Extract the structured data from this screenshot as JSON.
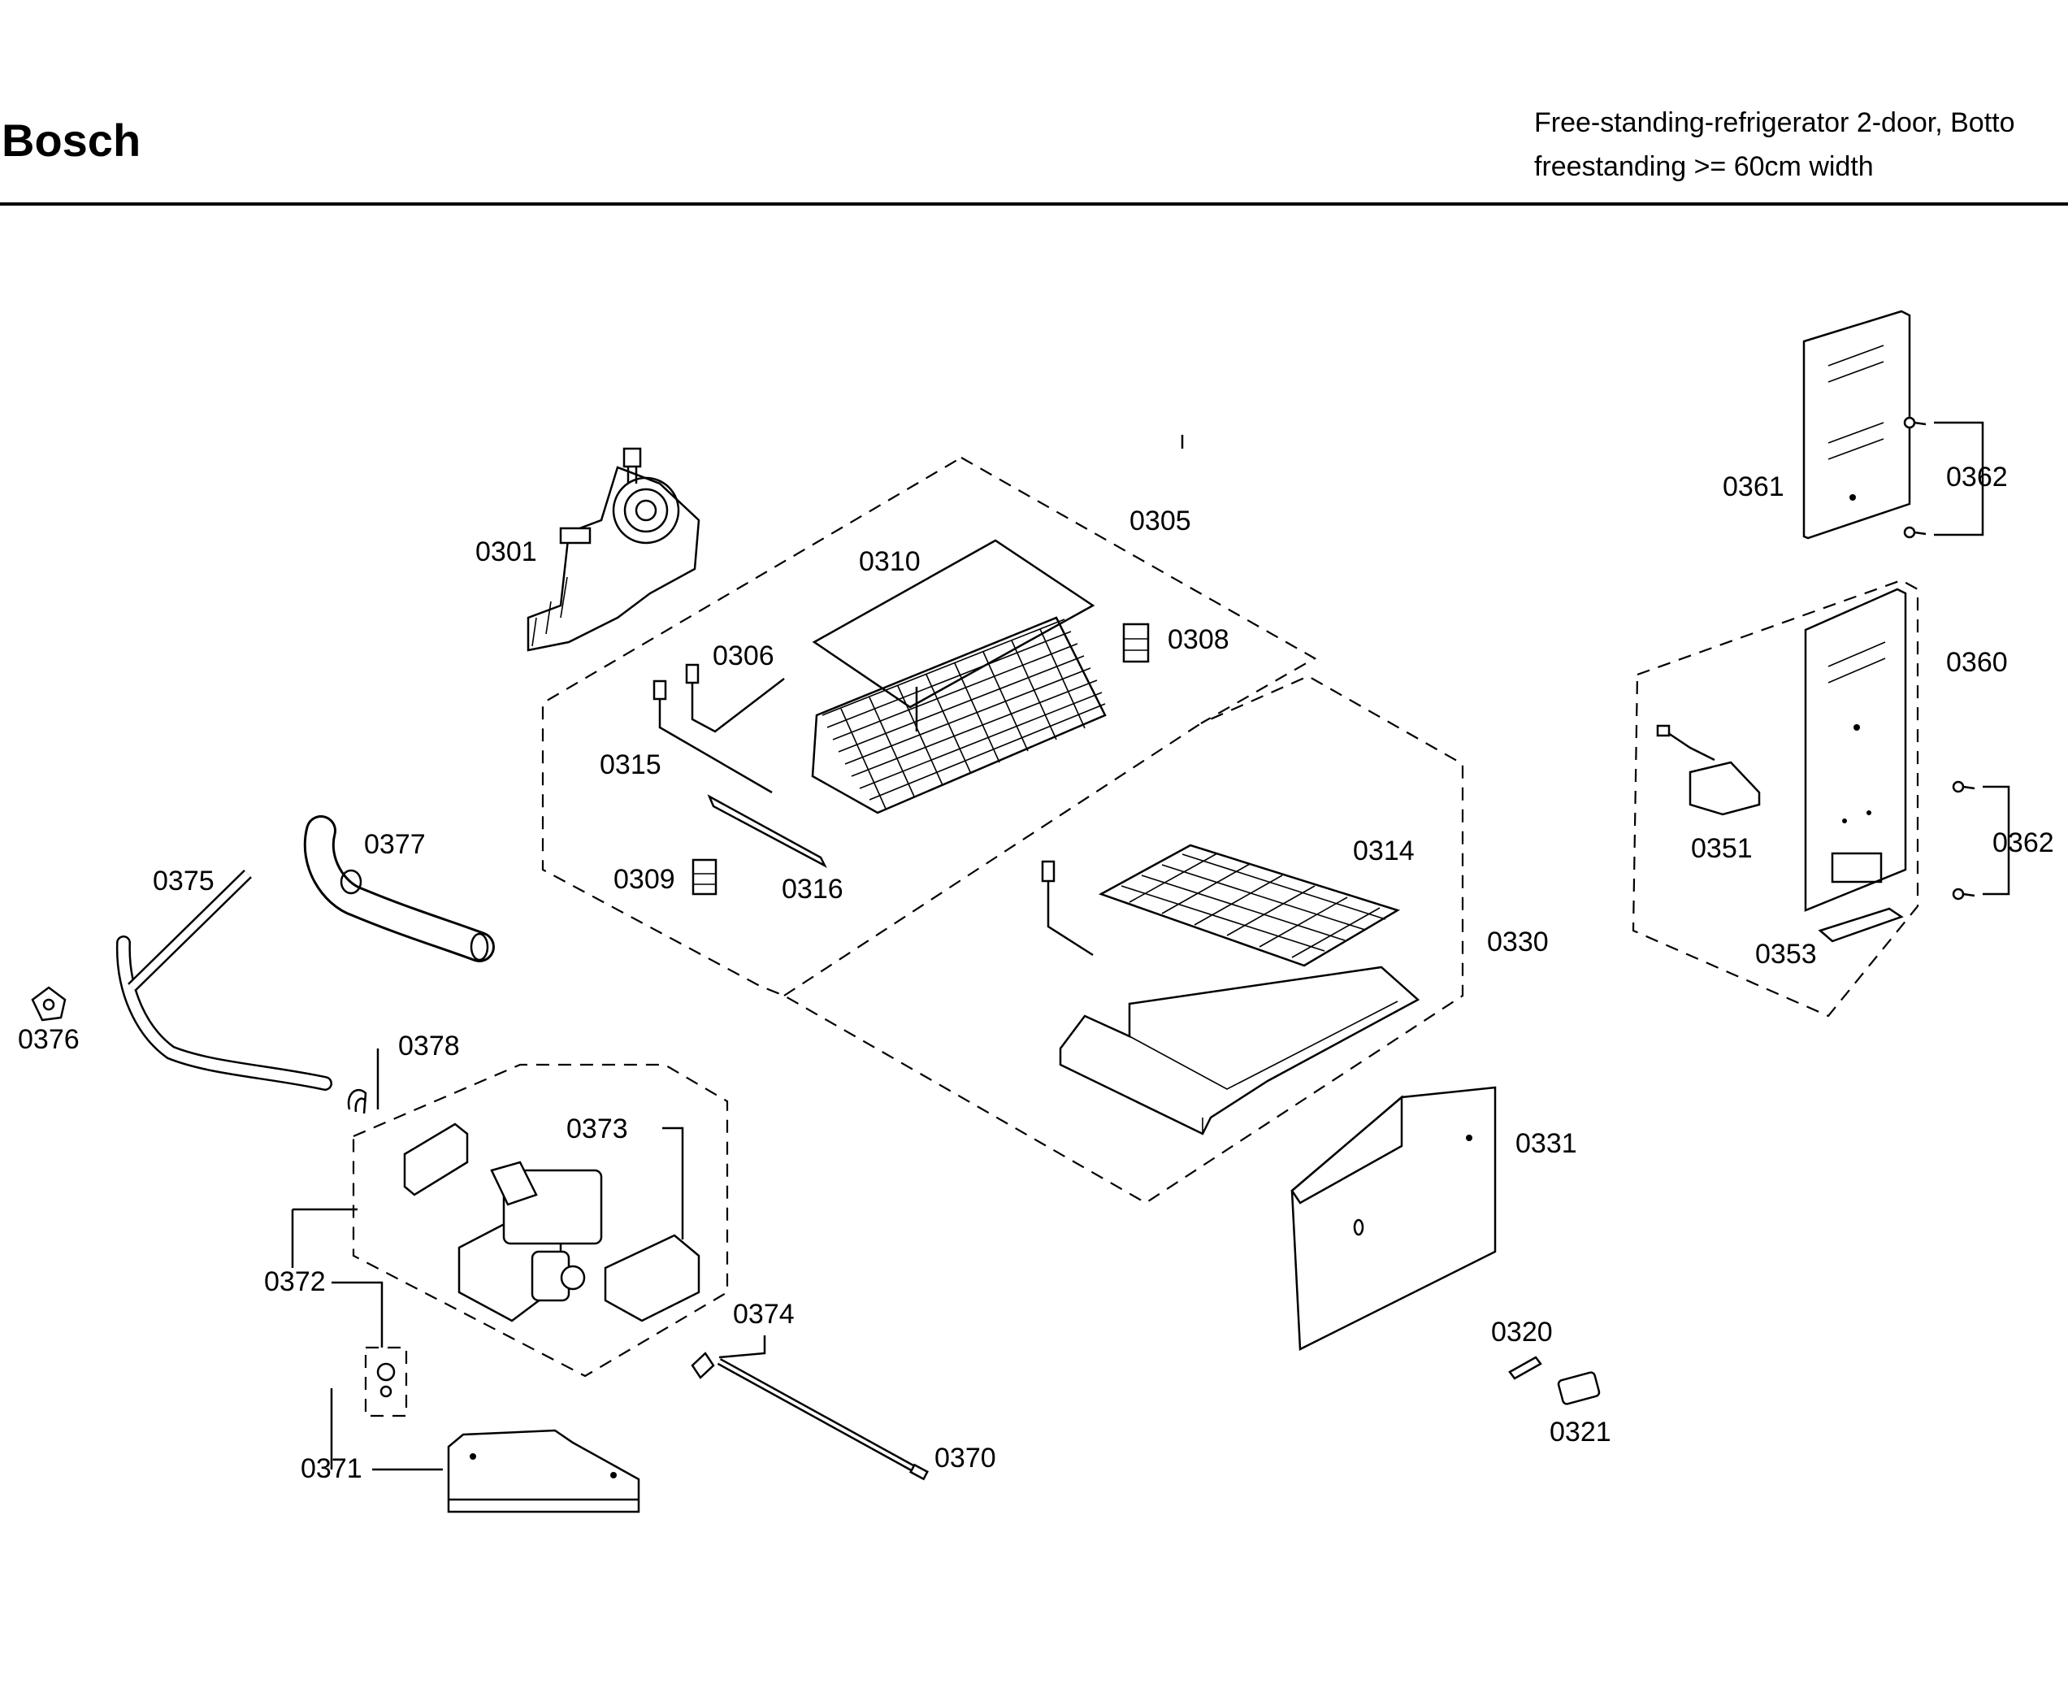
{
  "header": {
    "brand": "Bosch",
    "description_line1": "Free-standing-refrigerator 2-door, Botto",
    "description_line2": "freestanding >= 60cm width"
  },
  "parts": [
    {
      "ref": "0301"
    },
    {
      "ref": "0305"
    },
    {
      "ref": "0306"
    },
    {
      "ref": "0308"
    },
    {
      "ref": "0309"
    },
    {
      "ref": "0310"
    },
    {
      "ref": "0314"
    },
    {
      "ref": "0315"
    },
    {
      "ref": "0316"
    },
    {
      "ref": "0320"
    },
    {
      "ref": "0321"
    },
    {
      "ref": "0330"
    },
    {
      "ref": "0331"
    },
    {
      "ref": "0351"
    },
    {
      "ref": "0353"
    },
    {
      "ref": "0360"
    },
    {
      "ref": "0361"
    },
    {
      "ref": "0362"
    },
    {
      "ref": "0362"
    },
    {
      "ref": "0370"
    },
    {
      "ref": "0371"
    },
    {
      "ref": "0372"
    },
    {
      "ref": "0373"
    },
    {
      "ref": "0374"
    },
    {
      "ref": "0375"
    },
    {
      "ref": "0376"
    },
    {
      "ref": "0377"
    },
    {
      "ref": "0378"
    }
  ]
}
